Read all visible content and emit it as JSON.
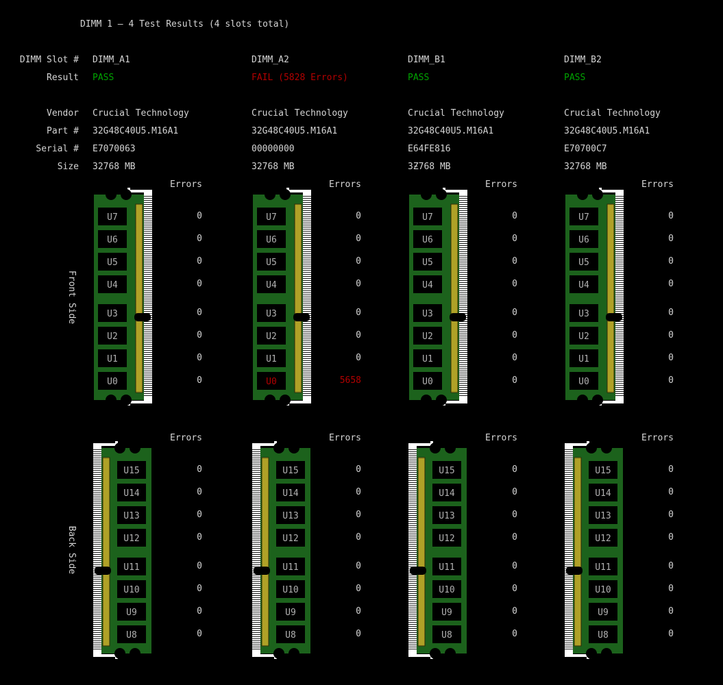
{
  "title": "DIMM 1 – 4 Test Results (4 slots total)",
  "labels": {
    "slot": "DIMM Slot #",
    "result": "Result",
    "vendor": "Vendor",
    "part": "Part #",
    "serial": "Serial #",
    "size": "Size",
    "errors": "Errors",
    "front_side": "Front Side",
    "back_side": "Back Side"
  },
  "colors": {
    "background": "#000000",
    "text": "#d4d4d4",
    "pass_green": "#00a400",
    "fail_red": "#b20000",
    "pcb_green": "#1c621c",
    "gold": "#d4c431",
    "gold_line": "#6b6014",
    "gold_border": "#2e2a08",
    "chip_black": "#000000",
    "chip_label_gray": "#b0b0b0",
    "slot_white": "#ffffff"
  },
  "slots": [
    {
      "slot": "DIMM_A1",
      "result": "PASS",
      "result_status": "pass",
      "vendor": "Crucial Technology",
      "part": "32G48C40U5.M16A1",
      "serial": "E7070063",
      "size": "32768 MB",
      "front_chips": [
        {
          "label": "U7",
          "errors": "0"
        },
        {
          "label": "U6",
          "errors": "0"
        },
        {
          "label": "U5",
          "errors": "0"
        },
        {
          "label": "U4",
          "errors": "0"
        },
        {
          "label": "U3",
          "errors": "0"
        },
        {
          "label": "U2",
          "errors": "0"
        },
        {
          "label": "U1",
          "errors": "0"
        },
        {
          "label": "U0",
          "errors": "0"
        }
      ],
      "back_chips": [
        {
          "label": "U15",
          "errors": "0"
        },
        {
          "label": "U14",
          "errors": "0"
        },
        {
          "label": "U13",
          "errors": "0"
        },
        {
          "label": "U12",
          "errors": "0"
        },
        {
          "label": "U11",
          "errors": "0"
        },
        {
          "label": "U10",
          "errors": "0"
        },
        {
          "label": "U9",
          "errors": "0"
        },
        {
          "label": "U8",
          "errors": "0"
        }
      ]
    },
    {
      "slot": "DIMM_A2",
      "result": "FAIL (5828 Errors)",
      "result_status": "fail",
      "vendor": "Crucial Technology",
      "part": "32G48C40U5.M16A1",
      "serial": "00000000",
      "size": "32768 MB",
      "front_chips": [
        {
          "label": "U7",
          "errors": "0"
        },
        {
          "label": "U6",
          "errors": "0"
        },
        {
          "label": "U5",
          "errors": "0"
        },
        {
          "label": "U4",
          "errors": "0"
        },
        {
          "label": "U3",
          "errors": "0"
        },
        {
          "label": "U2",
          "errors": "0"
        },
        {
          "label": "U1",
          "errors": "0"
        },
        {
          "label": "U0",
          "errors": "5658",
          "status": "fail"
        }
      ],
      "back_chips": [
        {
          "label": "U15",
          "errors": "0"
        },
        {
          "label": "U14",
          "errors": "0"
        },
        {
          "label": "U13",
          "errors": "0"
        },
        {
          "label": "U12",
          "errors": "0"
        },
        {
          "label": "U11",
          "errors": "0"
        },
        {
          "label": "U10",
          "errors": "0"
        },
        {
          "label": "U9",
          "errors": "0"
        },
        {
          "label": "U8",
          "errors": "0"
        }
      ]
    },
    {
      "slot": "DIMM_B1",
      "result": "PASS",
      "result_status": "pass",
      "vendor": "Crucial Technology",
      "part": "32G48C40U5.M16A1",
      "serial": "E64FE816",
      "size": "3Ƶ768 MB",
      "front_chips": [
        {
          "label": "U7",
          "errors": "0"
        },
        {
          "label": "U6",
          "errors": "0"
        },
        {
          "label": "U5",
          "errors": "0"
        },
        {
          "label": "U4",
          "errors": "0"
        },
        {
          "label": "U3",
          "errors": "0"
        },
        {
          "label": "U2",
          "errors": "0"
        },
        {
          "label": "U1",
          "errors": "0"
        },
        {
          "label": "U0",
          "errors": "0"
        }
      ],
      "back_chips": [
        {
          "label": "U15",
          "errors": "0"
        },
        {
          "label": "U14",
          "errors": "0"
        },
        {
          "label": "U13",
          "errors": "0"
        },
        {
          "label": "U12",
          "errors": "0"
        },
        {
          "label": "U11",
          "errors": "0"
        },
        {
          "label": "U10",
          "errors": "0"
        },
        {
          "label": "U9",
          "errors": "0"
        },
        {
          "label": "U8",
          "errors": "0"
        }
      ]
    },
    {
      "slot": "DIMM_B2",
      "result": "PASS",
      "result_status": "pass",
      "vendor": "Crucial Technology",
      "part": "32G48C40U5.M16A1",
      "serial": "E70700C7",
      "size": "32768 MB",
      "front_chips": [
        {
          "label": "U7",
          "errors": "0"
        },
        {
          "label": "U6",
          "errors": "0"
        },
        {
          "label": "U5",
          "errors": "0"
        },
        {
          "label": "U4",
          "errors": "0"
        },
        {
          "label": "U3",
          "errors": "0"
        },
        {
          "label": "U2",
          "errors": "0"
        },
        {
          "label": "U1",
          "errors": "0"
        },
        {
          "label": "U0",
          "errors": "0"
        }
      ],
      "back_chips": [
        {
          "label": "U15",
          "errors": "0"
        },
        {
          "label": "U14",
          "errors": "0"
        },
        {
          "label": "U13",
          "errors": "0"
        },
        {
          "label": "U12",
          "errors": "0"
        },
        {
          "label": "U11",
          "errors": "0"
        },
        {
          "label": "U10",
          "errors": "0"
        },
        {
          "label": "U9",
          "errors": "0"
        },
        {
          "label": "U8",
          "errors": "0"
        }
      ]
    }
  ]
}
